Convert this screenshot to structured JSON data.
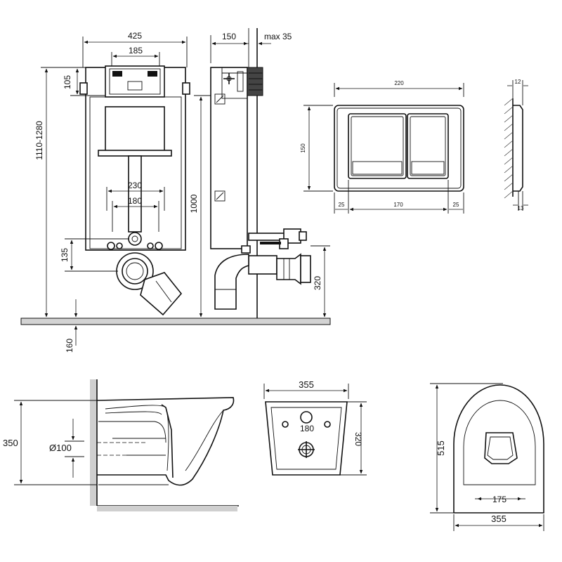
{
  "frame": {
    "top_width": "425",
    "top_inner_width": "185",
    "top_height": "105",
    "total_height": "1110-1280",
    "bracket_width": "230",
    "bracket_inner": "180",
    "outlet_height": "135",
    "floor_depth": "160"
  },
  "side": {
    "depth": "150",
    "wall_gap": "max 35",
    "height": "1000",
    "outlet_height": "320"
  },
  "plate": {
    "width": "220",
    "height": "150",
    "margin_left": "25",
    "inner_width": "170",
    "margin_right": "25",
    "thickness": "12",
    "recess": "13"
  },
  "bowl_side": {
    "height": "350",
    "pipe": "Ø100"
  },
  "bowl_rear": {
    "width": "355",
    "holes": "180",
    "height": "320"
  },
  "bowl_top": {
    "length": "515",
    "holes": "175",
    "width": "355"
  }
}
